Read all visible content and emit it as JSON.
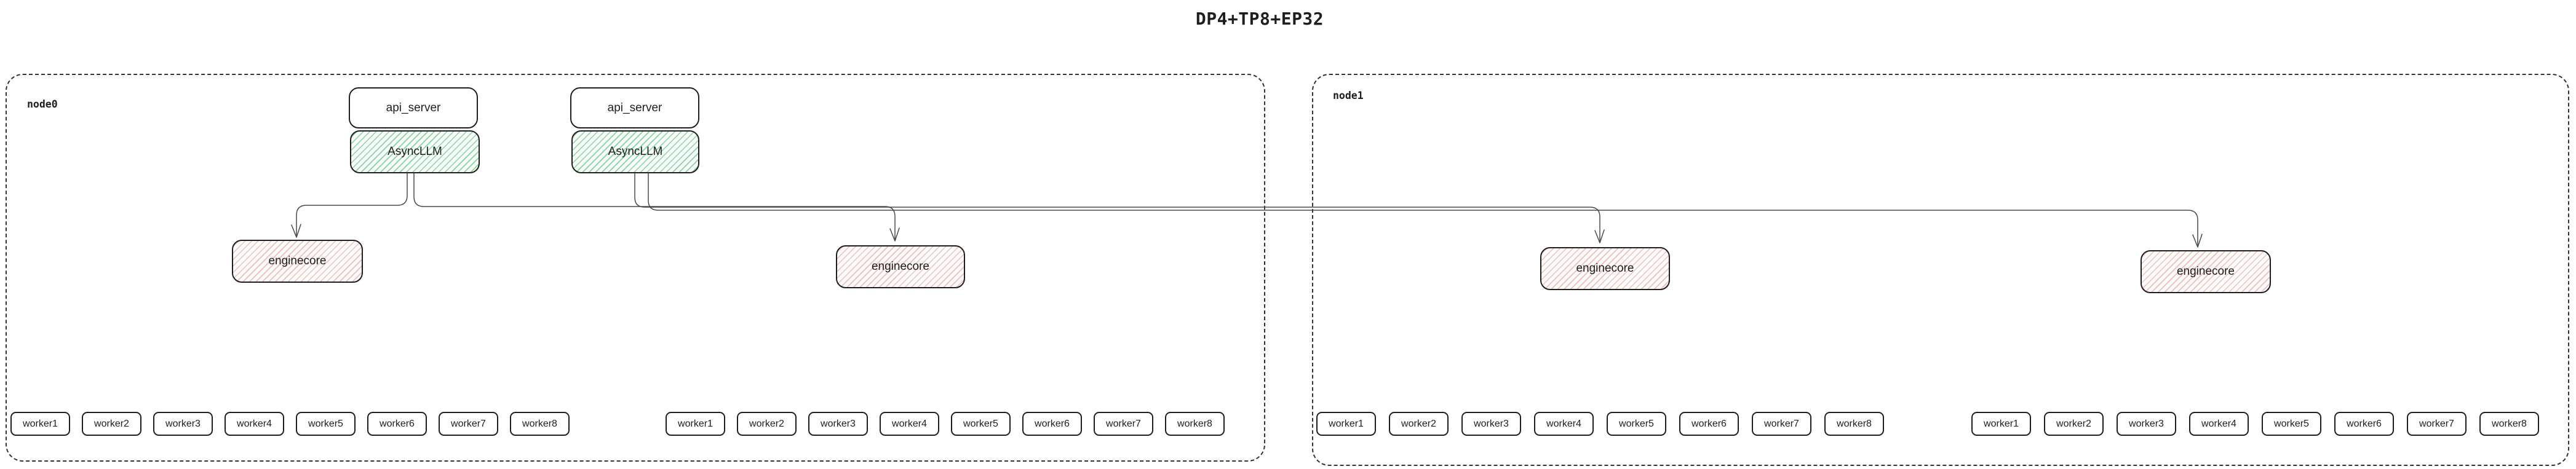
{
  "title": "DP4+TP8+EP32",
  "colors": {
    "ink": "#1e1e1e",
    "node_border": "#333333",
    "connector": "#4a4a4a",
    "green_hatch": "#7fd89b",
    "red_hatch": "#f3bcbc"
  },
  "node0": {
    "label": "node0",
    "stacks": [
      {
        "api": "api_server",
        "llm": "AsyncLLM"
      },
      {
        "api": "api_server",
        "llm": "AsyncLLM"
      }
    ],
    "enginecores": [
      "enginecore",
      "enginecore"
    ],
    "worker_groups": [
      [
        "worker1",
        "worker2",
        "worker3",
        "worker4",
        "worker5",
        "worker6",
        "worker7",
        "worker8"
      ],
      [
        "worker1",
        "worker2",
        "worker3",
        "worker4",
        "worker5",
        "worker6",
        "worker7",
        "worker8"
      ]
    ]
  },
  "node1": {
    "label": "node1",
    "enginecores": [
      "enginecore",
      "enginecore"
    ],
    "worker_groups": [
      [
        "worker1",
        "worker2",
        "worker3",
        "worker4",
        "worker5",
        "worker6",
        "worker7",
        "worker8"
      ],
      [
        "worker1",
        "worker2",
        "worker3",
        "worker4",
        "worker5",
        "worker6",
        "worker7",
        "worker8"
      ]
    ]
  },
  "edges": [
    {
      "from": "node0 AsyncLLM 1",
      "to": "node0 enginecore 1"
    },
    {
      "from": "node0 AsyncLLM 1",
      "to": "node0 enginecore 2"
    },
    {
      "from": "node0 AsyncLLM 2",
      "to": "node1 enginecore 1"
    },
    {
      "from": "node0 AsyncLLM 2",
      "to": "node1 enginecore 2"
    }
  ]
}
